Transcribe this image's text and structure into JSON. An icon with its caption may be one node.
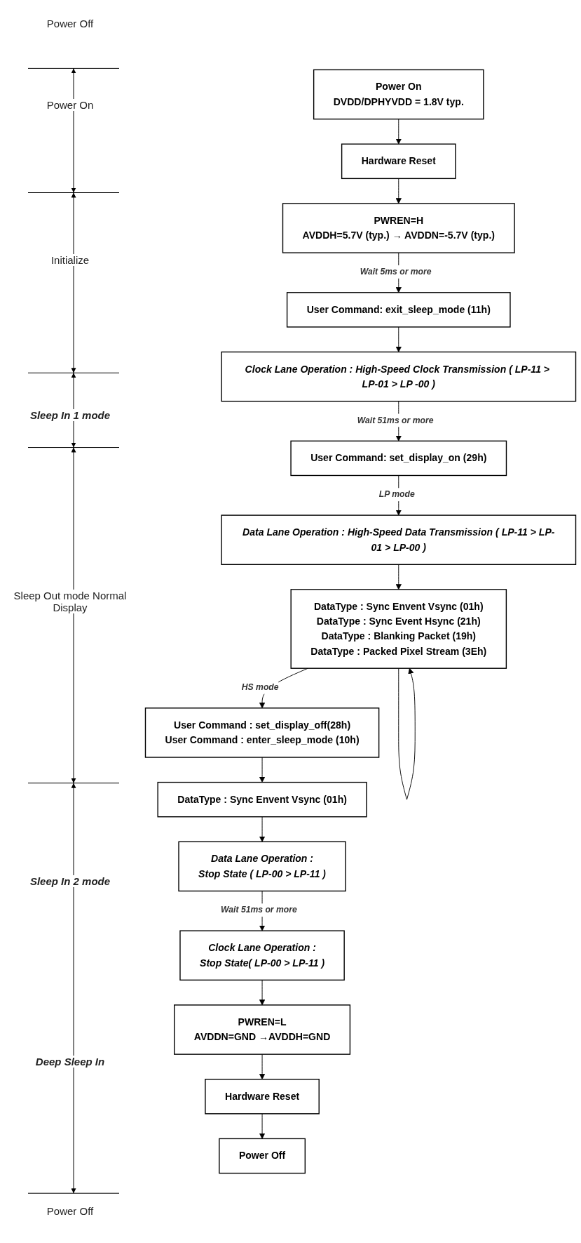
{
  "diagram": {
    "nodes": [
      {
        "text": [
          "Power On",
          "DVDD/DPHYVDD = 1.8V typ."
        ]
      },
      {
        "text": [
          "Hardware Reset"
        ]
      },
      {
        "text": [
          "PWREN=H",
          "AVDDH=5.7V (typ.) → AVDDN=-5.7V (typ.)"
        ]
      },
      {
        "text": [
          "User Command: exit_sleep_mode (11h)"
        ]
      },
      {
        "text": [
          "Clock Lane Operation : High-Speed Clock Transmission ( LP-11 > LP-01 > LP -00 )"
        ]
      },
      {
        "text": [
          "User Command: set_display_on (29h)"
        ]
      },
      {
        "text": [
          "Data Lane Operation : High-Speed Data Transmission ( LP-11 > LP-01 > LP-00 )"
        ]
      },
      {
        "text": [
          "DataType : Sync Envent Vsync (01h)",
          "DataType : Sync Event Hsync (21h)",
          "DataType : Blanking Packet (19h)",
          "DataType : Packed Pixel Stream (3Eh)"
        ]
      },
      {
        "text": [
          "User Command : set_display_off(28h)",
          "User Command : enter_sleep_mode (10h)"
        ]
      },
      {
        "text": [
          "DataType : Sync Envent Vsync (01h)"
        ]
      },
      {
        "text": [
          "Data Lane Operation :",
          "Stop State ( LP-00 > LP-11 )"
        ]
      },
      {
        "text": [
          "Clock Lane Operation :",
          "Stop State( LP-00 > LP-11 )"
        ]
      },
      {
        "text": [
          "PWREN=L",
          "AVDDN=GND →AVDDH=GND"
        ]
      },
      {
        "text": [
          "Hardware Reset"
        ]
      },
      {
        "text": [
          "Power Off"
        ]
      }
    ],
    "edges": [
      {
        "from": 0,
        "to": 1,
        "arrow": "to"
      },
      {
        "from": 1,
        "to": 2,
        "arrow": "to"
      },
      {
        "from": 2,
        "to": 3,
        "arrow": "to",
        "label": "Wait 5ms or more"
      },
      {
        "from": 3,
        "to": 4,
        "arrow": "to"
      },
      {
        "from": 4,
        "to": 5,
        "arrow": "to",
        "label": "Wait 51ms or more"
      },
      {
        "from": 5,
        "to": 6,
        "arrow": "to",
        "label": "LP mode"
      },
      {
        "from": 6,
        "to": 7,
        "arrow": "to"
      },
      {
        "from": 7,
        "to": 8,
        "arrow": "to",
        "label": "HS mode"
      },
      {
        "from": 7,
        "to": 7,
        "arrow": "to"
      },
      {
        "from": 8,
        "to": 9,
        "arrow": "to"
      },
      {
        "from": 9,
        "to": 10,
        "arrow": "to"
      },
      {
        "from": 10,
        "to": 11,
        "arrow": "to",
        "label": "Wait 51ms or more"
      },
      {
        "from": 11,
        "to": 12,
        "arrow": "to"
      },
      {
        "from": 12,
        "to": 13,
        "arrow": "to"
      },
      {
        "from": 13,
        "to": 14,
        "arrow": "to"
      }
    ],
    "labels": [
      "Power Off",
      "Power On",
      "Initialize",
      "Sleep In 1 mode",
      "Sleep Out mode Normal Display",
      "Sleep In 2 mode",
      "Deep Sleep In",
      "Power Off"
    ]
  }
}
